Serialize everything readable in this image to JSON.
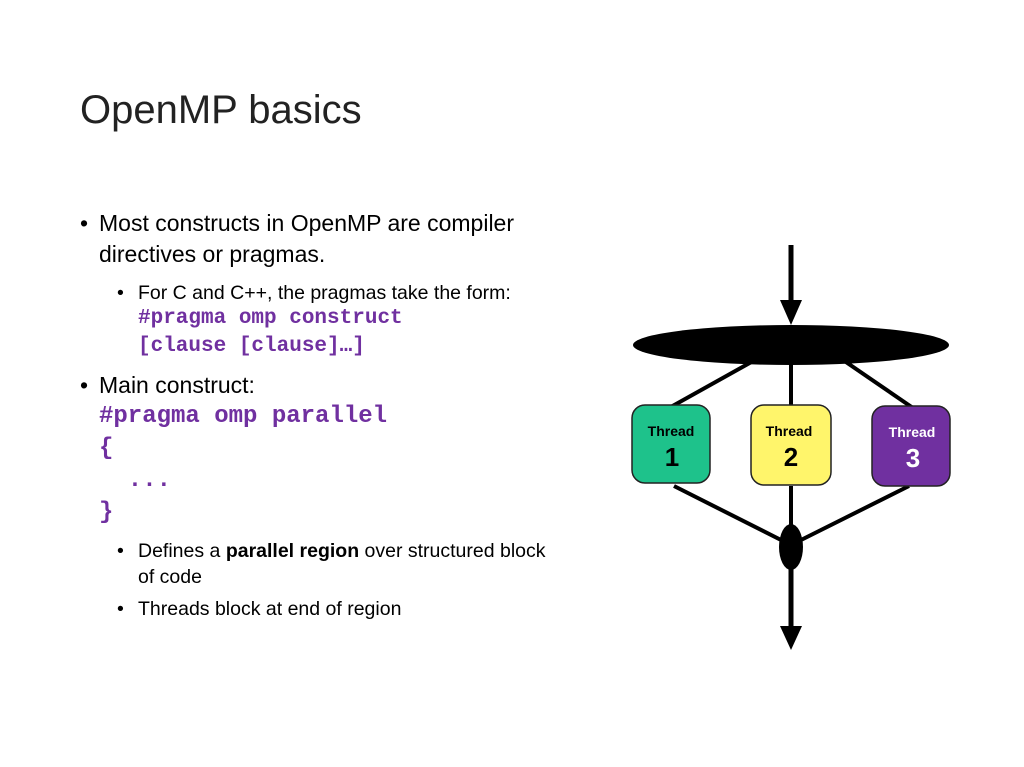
{
  "slide": {
    "title": "OpenMP basics",
    "bullet1": "Most constructs in OpenMP are compiler directives or pragmas.",
    "sub1_text": "For C and C++, the pragmas take the form:",
    "sub1_code_line1": "#pragma omp construct",
    "sub1_code_line2": "[clause [clause]…]",
    "bullet2_text": "Main construct:",
    "bullet2_code_line1": "#pragma omp parallel",
    "bullet2_code_line2": "{",
    "bullet2_code_line3": "  ...",
    "bullet2_code_line4": "}",
    "sub2_pre": "Defines a ",
    "sub2_bold": "parallel region",
    "sub2_post": " over structured block of code",
    "sub3_text": "Threads block at end of region"
  },
  "diagram": {
    "threads": [
      {
        "label": "Thread",
        "number": "1",
        "color": "#1ec28b"
      },
      {
        "label": "Thread",
        "number": "2",
        "color": "#fff56b"
      },
      {
        "label": "Thread",
        "number": "3",
        "color": "#7030a0"
      }
    ]
  }
}
